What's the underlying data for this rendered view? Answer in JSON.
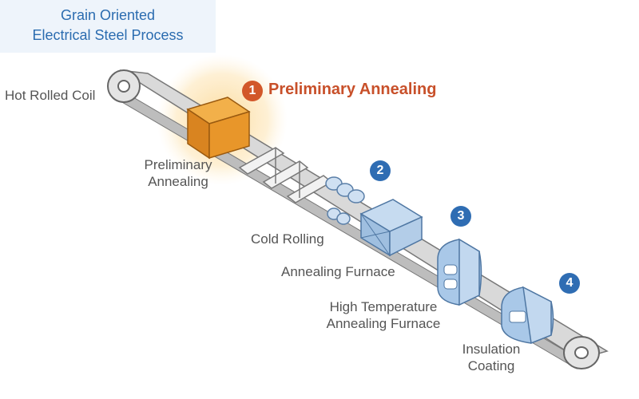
{
  "title": {
    "line1": "Grain Oriented",
    "line2": "Electrical Steel Process"
  },
  "highlight": {
    "number": "1",
    "label": "Preliminary Annealing"
  },
  "labels": {
    "hot_rolled_coil": "Hot Rolled Coil",
    "preliminary_annealing_1": "Preliminary",
    "preliminary_annealing_2": "Annealing",
    "cold_rolling": "Cold Rolling",
    "annealing_furnace": "Annealing Furnace",
    "high_temp_1": "High Temperature",
    "high_temp_2": "Annealing Furnace",
    "insulation_1": "Insulation",
    "insulation_2": "Coating"
  },
  "badges": [
    "2",
    "3",
    "4"
  ],
  "colors": {
    "title": "#2b6cb0",
    "highlight": "#c8502a",
    "badge_blue": "#2f6db3",
    "equipment": "#a9c8e8",
    "orange_box": "#e8962a"
  }
}
